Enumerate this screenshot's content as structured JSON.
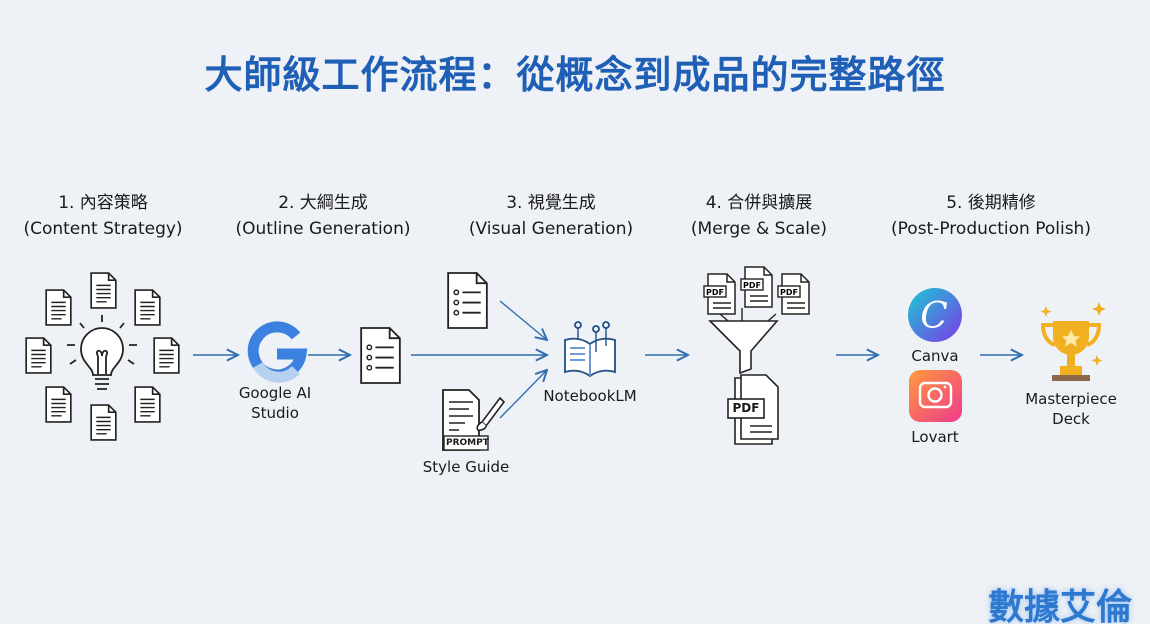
{
  "title": "大師級工作流程：從概念到成品的完整路徑",
  "steps": [
    {
      "zh": "1. 內容策略",
      "en": "(Content Strategy)"
    },
    {
      "zh": "2. 大綱生成",
      "en": "(Outline Generation)"
    },
    {
      "zh": "3. 視覺生成",
      "en": "(Visual Generation)"
    },
    {
      "zh": "4. 合併與擴展",
      "en": "(Merge & Scale)"
    },
    {
      "zh": "5. 後期精修",
      "en": "(Post-Production Polish)"
    }
  ],
  "tools": {
    "google_1": "Google AI",
    "google_2": "Studio",
    "style_guide": "Style Guide",
    "prompt": "PROMPT",
    "notebooklm": "NotebookLM",
    "pdf": "PDF",
    "canva": "Canva",
    "lovart": "Lovart",
    "result_1": "Masterpiece",
    "result_2": "Deck"
  },
  "watermark": "數據艾倫",
  "colors": {
    "accent": "#1f5fb5",
    "arrow": "#2f6fb0",
    "gold": "#f0b020"
  }
}
